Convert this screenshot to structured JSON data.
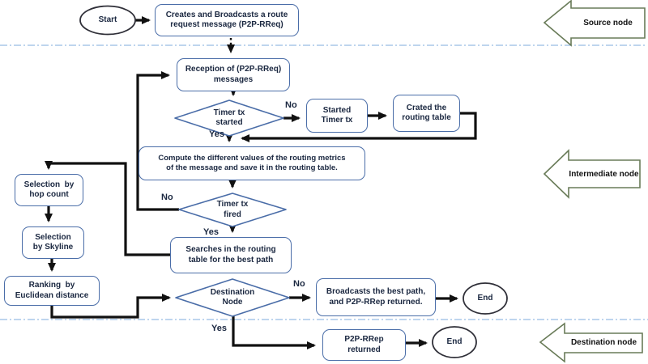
{
  "title": "P2P-RReq / P2P-RRep route discovery flowchart",
  "colors": {
    "box_border": "#4a6da8",
    "text": "#1a2740",
    "connector": "#111111",
    "lane_divider": "#a9c7e8",
    "lane_arrow_border": "#697b58",
    "shape_fill": "#ffffff",
    "oval_border": "#2f2f38"
  },
  "lanes": {
    "source": {
      "label": "Source node"
    },
    "intermediate": {
      "label": "Intermediate node"
    },
    "destination": {
      "label": "Destination node"
    }
  },
  "nodes": {
    "start": {
      "label": "Start",
      "shape": "oval"
    },
    "creates": {
      "label": "Creates and Broadcasts a route\nrequest message (P2P-RReq)",
      "shape": "rounded-box"
    },
    "reception": {
      "label": "Reception of (P2P-RReq)\nmessages",
      "shape": "rounded-box"
    },
    "timer_started": {
      "label": "Timer tx\nstarted",
      "shape": "diamond"
    },
    "started_timer": {
      "label": "Started\nTimer tx",
      "shape": "rounded-box"
    },
    "created_table": {
      "label": "Crated the\nrouting table",
      "shape": "rounded-box"
    },
    "compute": {
      "label": "Compute the different values of the routing metrics\nof the message and save it in the routing table.",
      "shape": "rounded-box"
    },
    "timer_fired": {
      "label": "Timer tx\nfired",
      "shape": "diamond"
    },
    "searches": {
      "label": "Searches in the routing\ntable for the best path",
      "shape": "rounded-box"
    },
    "selection_hop": {
      "label": "Selection  by\nhop count",
      "shape": "rounded-box"
    },
    "selection_skyline": {
      "label": "Selection\nby Skyline",
      "shape": "rounded-box"
    },
    "ranking": {
      "label": "Ranking  by\nEuclidean distance",
      "shape": "rounded-box"
    },
    "destination_node": {
      "label": "Destination\nNode",
      "shape": "diamond"
    },
    "broadcasts": {
      "label": "Broadcasts the best path,\nand P2P-RRep returned.",
      "shape": "rounded-box"
    },
    "end_broadcast": {
      "label": "End",
      "shape": "oval"
    },
    "p2p_rrep": {
      "label": "P2P-RRep\nreturned",
      "shape": "rounded-box"
    },
    "end_rrep": {
      "label": "End",
      "shape": "oval"
    }
  },
  "edge_labels": {
    "timer_started_no": "No",
    "timer_started_yes": "Yes",
    "timer_fired_no": "No",
    "timer_fired_yes": "Yes",
    "destination_no": "No",
    "destination_yes": "Yes"
  }
}
